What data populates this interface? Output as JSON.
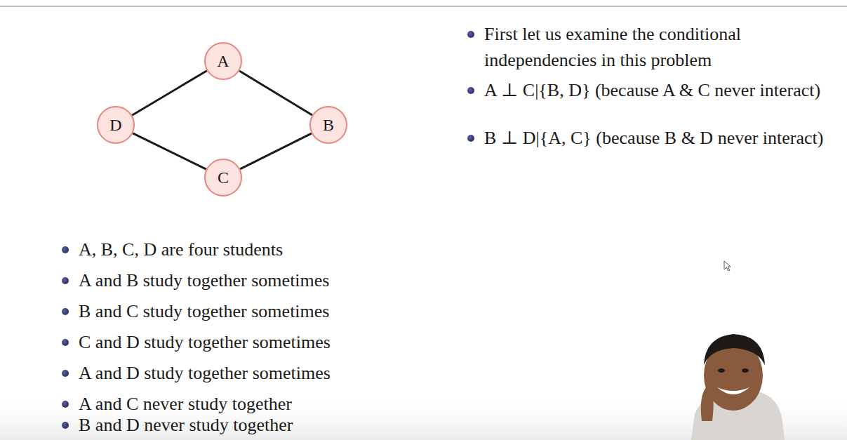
{
  "diagram": {
    "nodes": [
      {
        "text": [
          "A"
        ]
      },
      {
        "text": [
          "D"
        ]
      },
      {
        "text": [
          "B"
        ]
      },
      {
        "text": [
          "C"
        ]
      }
    ],
    "edges": [
      {
        "from": 0,
        "to": 1,
        "arrow": "none"
      },
      {
        "from": 0,
        "to": 2,
        "arrow": "none"
      },
      {
        "from": 1,
        "to": 3,
        "arrow": "none"
      },
      {
        "from": 3,
        "to": 2,
        "arrow": "none"
      }
    ],
    "labels": [
      "First let us examine the conditional independencies in this problem",
      "A ⊥ C|{B, D} (because A & C never interact)",
      "B ⊥ D|{A, C} (because B & D never interact)",
      "A, B, C, D are four students",
      "A and B study together sometimes",
      "B and C study together sometimes",
      "C and D study together sometimes",
      "A and D study together sometimes",
      "A and C never study together",
      "B and D never study together"
    ]
  }
}
